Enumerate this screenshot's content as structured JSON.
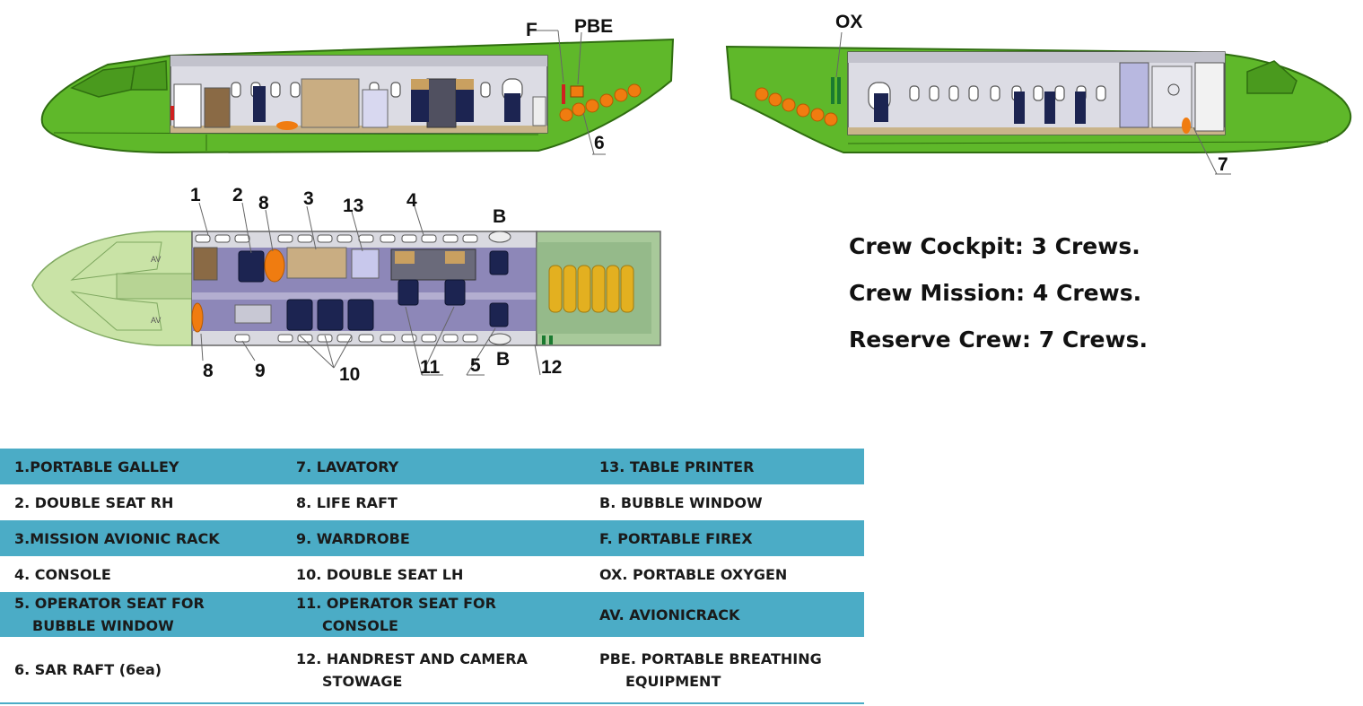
{
  "callouts": {
    "top_left": {
      "f": "F",
      "pbe": "PBE",
      "six": "6"
    },
    "top_right": {
      "ox": "OX",
      "seven": "7"
    },
    "plan": {
      "n1": "1",
      "n2": "2",
      "n8a": "8",
      "n3": "3",
      "n13": "13",
      "n4": "4",
      "bTop": "B",
      "n8b": "8",
      "n9": "9",
      "n10": "10",
      "n11": "11",
      "n5": "5",
      "bBottom": "B",
      "n12": "12",
      "av1": "AV",
      "av2": "AV"
    }
  },
  "crew": [
    "Crew Cockpit: 3 Crews.",
    "Crew Mission: 4 Crews.",
    "Reserve Crew: 7 Crews."
  ],
  "legend": {
    "rows": [
      {
        "style": "band",
        "cells": [
          [
            "1.PORTABLE GALLEY"
          ],
          [
            "7. LAVATORY"
          ],
          [
            "13. TABLE PRINTER"
          ]
        ]
      },
      {
        "style": "plain",
        "cells": [
          [
            "2. DOUBLE SEAT RH"
          ],
          [
            "8. LIFE RAFT"
          ],
          [
            "B. BUBBLE WINDOW"
          ]
        ]
      },
      {
        "style": "band",
        "cells": [
          [
            "3.MISSION AVIONIC RACK"
          ],
          [
            "9. WARDROBE"
          ],
          [
            "F. PORTABLE FIREX"
          ]
        ]
      },
      {
        "style": "plain",
        "cells": [
          [
            "4. CONSOLE"
          ],
          [
            "10. DOUBLE SEAT LH"
          ],
          [
            "OX. PORTABLE OXYGEN"
          ]
        ]
      },
      {
        "style": "band",
        "cells": [
          [
            "5. OPERATOR SEAT FOR",
            "BUBBLE WINDOW"
          ],
          [
            "11. OPERATOR SEAT FOR",
            "CONSOLE"
          ],
          [
            "AV. AVIONICRACK"
          ]
        ]
      },
      {
        "style": "plain",
        "cells": [
          [
            "6. SAR RAFT (6ea)"
          ],
          [
            "12. HANDREST AND CAMERA",
            "STOWAGE"
          ],
          [
            "PBE. PORTABLE BREATHING",
            "EQUIPMENT"
          ]
        ]
      }
    ]
  },
  "colors": {
    "fuselage_green": "#5fb82a",
    "dark_green": "#2f6d10",
    "cabin_gray": "#d9d9e0",
    "floor_purple": "#8d87b8",
    "raft_orange": "#f07c10",
    "seat_navy": "#1c2451",
    "legend_band": "#4bacc6"
  }
}
